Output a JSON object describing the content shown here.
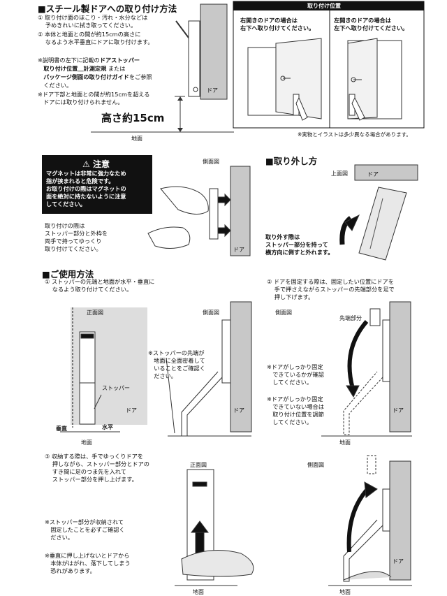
{
  "install": {
    "heading": "■スチール製ドアへの取り付け方法",
    "steps": [
      "① 取り付け面のほこり・汚れ・水分などは\n　 予めきれいに拭き取ってください。",
      "② 本体と地面との間が約15cmの高さに\n　 なるよう水平垂直にドアに取り付けます。"
    ],
    "note1_a": "※説明書の左下に記載の",
    "note1_b": "ドアストッパー",
    "note1_c": "取り付け位置＿計測定規",
    "note1_d": "または",
    "note1_e": "パッケージ側面の取り付けガイド",
    "note1_f": "をご参照\n　ください。",
    "note2": "※ドア下部と地面との間が約15cmを超える\n　ドアには取り付けられません。",
    "height_label": "高さ約15cm",
    "door_label": "ドア",
    "ground_label": "地面"
  },
  "position": {
    "heading": "取り付け位置",
    "right_open": "右開きのドアの場合は\n右下へ取り付けてください。",
    "left_open": "左開きのドアの場合は\n左下へ取り付けてください。",
    "disclaimer": "※実物とイラストは多少異なる場合があります。"
  },
  "caution": {
    "title": "注意",
    "body": "マグネットは非常に強力なため\n指が挟まれると危険です。\nお取り付けの際はマグネットの\n面を絶対に持たないように注意\nしてください。",
    "hold_note": "取り付けの際は\nストッパー部分と外枠を\n両手で持ってゆっくり\n取り付けてください。",
    "side_view": "側面図",
    "door_label": "ドア"
  },
  "removal": {
    "heading": "■取り外し方",
    "top_view": "上面図",
    "door_label": "ドア",
    "note": "取り外す際は\nストッパー部分を持って\n横方向に倒すと外れます。"
  },
  "usage": {
    "heading": "■ご使用方法",
    "step1": "① ストッパーの先端と地面が水平・垂直に\n　 なるよう取り付けてください。",
    "step2": "② ドアを固定する際は、固定したい位置にドアを\n　 手で押さえながらストッパーの先端部分を足で\n　 押し下げます。",
    "front_view": "正面図",
    "side_view": "側面図",
    "stopper_label": "ストッパー",
    "door_label": "ドア",
    "vertical_label": "垂直",
    "horizontal_label": "水平",
    "ground_label": "地面",
    "contact_note": "※ストッパーの先端が\n　地面に全面密着して\n　いることをご確認く\n　ださい。",
    "tip_label": "先端部分",
    "check_fixed": "※ドアがしっかり固定\n　できているかが確認\n　してください。",
    "adjust_note": "※ドアがしっかり固定\n　できていない場合は\n　取り付け位置を調節\n　してください。",
    "step3": "③ 収納する際は、手でゆっくりドアを\n　 押しながら、ストッパー部分とドアの\n　 すき間に足のつま先を入れて\n　 ストッパー部分を押し上げます。",
    "stored_note": "※ストッパー部分が収納されて\n　固定したことを必ずご確認く\n　ださい。",
    "push_note": "※垂直に押し上げないとドアから\n　本体がはがれ、落下してしまう\n　恐れがあります。"
  }
}
